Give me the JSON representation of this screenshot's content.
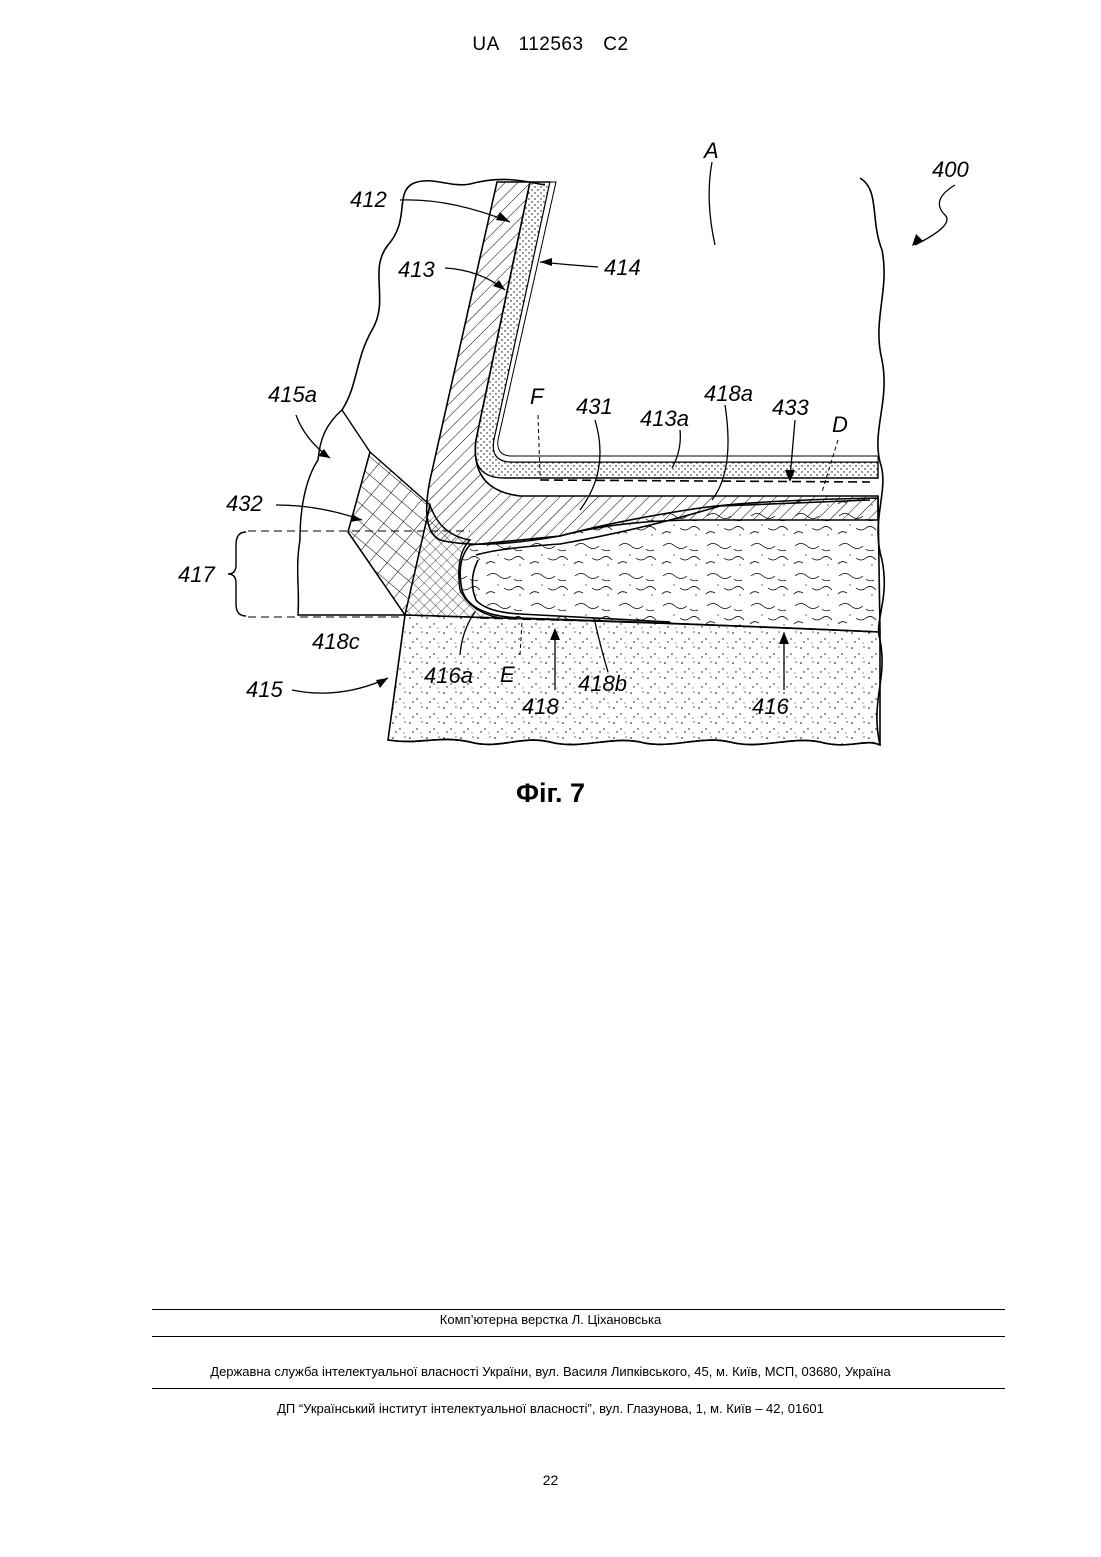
{
  "header": {
    "document_id": "UA   112563   C2"
  },
  "figure": {
    "caption": "Фіг. 7",
    "labels": {
      "A": "A",
      "n400": "400",
      "n412": "412",
      "n413": "413",
      "n414": "414",
      "n415a": "415a",
      "n432": "432",
      "n417": "417",
      "n418c": "418c",
      "n415": "415",
      "n416a": "416a",
      "E": "E",
      "n418": "418",
      "n418b": "418b",
      "n416": "416",
      "F": "F",
      "n431": "431",
      "n413a": "413a",
      "n418a": "418a",
      "n433": "433",
      "D": "D"
    }
  },
  "footer": {
    "layout_credit": "Комп’ютерна верстка Л. Ціхановська",
    "agency": "Державна служба інтелектуальної власності України, вул. Василя Липківського, 45, м. Київ, МСП, 03680, Україна",
    "institute": "ДП “Український інститут інтелектуальної власності”, вул. Глазунова, 1, м. Київ – 42, 01601"
  },
  "page_number": "22"
}
